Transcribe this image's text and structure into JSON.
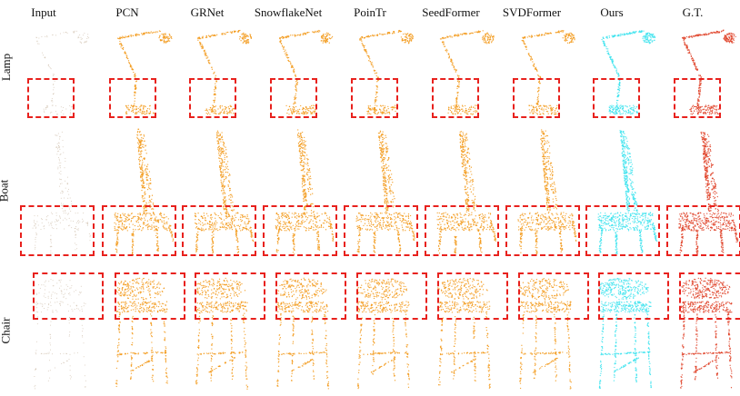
{
  "figure": {
    "columns": [
      "Input",
      "PCN",
      "GRNet",
      "SnowflakeNet",
      "PoinTr",
      "SeedFormer",
      "SVDFormer",
      "Ours",
      "G.T."
    ],
    "rows": [
      "Lamp",
      "Boat",
      "Chair"
    ],
    "colors": {
      "input": "#c9b8a3",
      "baseline": "#f39a1c",
      "ours": "#3fe3ee",
      "gt": "#e0442a",
      "zoom_box": "#e8211d"
    }
  }
}
